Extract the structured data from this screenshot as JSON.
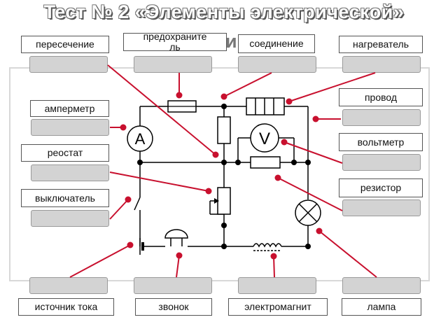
{
  "title": "Тест № 2 «Элементы электрической»",
  "title_hidden_fragment": "и",
  "labels": {
    "intersection": "пересечение",
    "fuse": "предохранитель",
    "connection": "соединение",
    "heater": "нагреватель",
    "wire": "провод",
    "ammeter": "амперметр",
    "voltmeter": "вольтметр",
    "rheostat": "реостат",
    "resistor": "резистор",
    "switch": "выключатель",
    "power_source": "источник тока",
    "bell": "звонок",
    "electromagnet": "электромагнит",
    "lamp": "лампа"
  },
  "symbols": {
    "ammeter": "A",
    "voltmeter": "V"
  },
  "colors": {
    "connector": "#c8102e",
    "slot_fill": "#d3d3d3",
    "circuit": "#000000",
    "frame": "#d8d8d8"
  }
}
